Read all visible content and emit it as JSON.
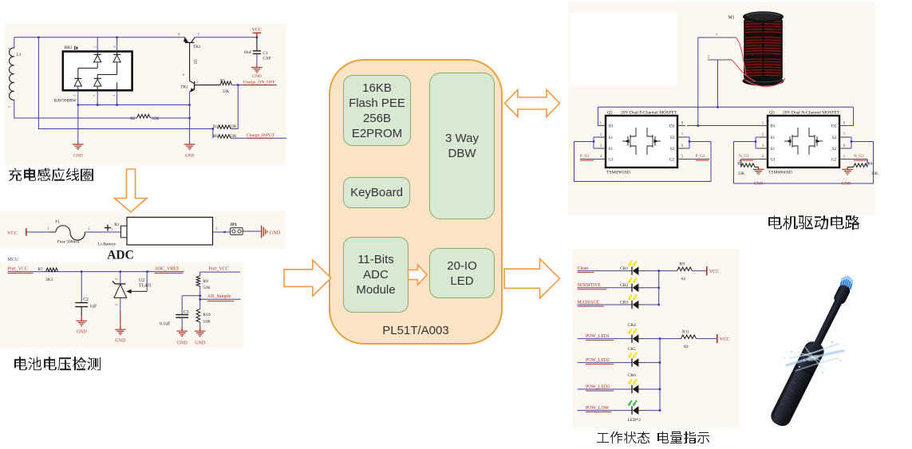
{
  "colors": {
    "wire": "#3e3ea8",
    "component": "#1a1a1a",
    "pin_text": "#555555",
    "net_label": "#9e2a21",
    "power_symbol": "#a23528",
    "panel_bg": "#fdf7f2",
    "mcu_fill": "#fbe3c5",
    "mcu_border": "#e8a23c",
    "module_fill": "#d8e8d2",
    "module_border": "#85ae70",
    "arrow": "#f0993f",
    "glow_yellow": "#f2e20a",
    "glow_green": "#35b44a",
    "coil_red": "#b01010",
    "brush_body": "#1b1d25",
    "bristle_blue": "#2f7fd6"
  },
  "captions": {
    "charging_coil": "充电感应线圈",
    "battery_detect": "电池电压检测",
    "motor_drive": "电机驱动电路",
    "status_leds": "工作状态 电量指示"
  },
  "mcu": {
    "chip": "PL51T/A003",
    "flash": "16KB\nFlash PEE\n256B\nE2PROM",
    "dbw": "3 Way\nDBW",
    "keyboard": "KeyBoard",
    "adc": "11-Bits\nADC\nModule",
    "led": "20-IO\nLED"
  },
  "charging": {
    "l1": "L1",
    "p1": "1",
    "p2": "2",
    "br1": "BR1",
    "bav": "BAV99BRW",
    "bp5": "5",
    "bp4": "4",
    "bp2": "2",
    "bp1": "1",
    "bp3": "3",
    "tr2": "TR2",
    "tr2_p4": "4",
    "tr2_p3": "3",
    "q1": "Q1",
    "tr1": "TR1",
    "tr1_p2": "2",
    "p6": "6",
    "r1": "R1",
    "r1v": "33K",
    "net_charge_on_off": "Charge_ON_OFF",
    "r2": "R2",
    "r2v": "33K",
    "r3": "R3",
    "r3v": "33K",
    "r6": "R6",
    "r6v": "33K",
    "net_charge_input": "Charge_INPUT",
    "vcc": "VCC",
    "c1": "C1",
    "c1v": "10uF",
    "c1t": "CAP",
    "gnd": "GND"
  },
  "battery": {
    "vcc": "VCC",
    "p1": "1",
    "f1": "F1",
    "f1v": "Fuse 500mA",
    "p2": "2",
    "plus": "+",
    "b1": "B1",
    "b1p1": "1",
    "li": "Li-Battery",
    "b1p2": "2",
    "jp1": "JP1",
    "gnd": "GND",
    "adc": "ADC",
    "mcu": "MCU"
  },
  "detect": {
    "port_vcc": "Port_VCC",
    "r7": "R7",
    "r7v": "3K3",
    "adc_vref": "ADC_VREF",
    "c2": "C2",
    "c2v": "1uF",
    "u2": "U2",
    "u2part": "TL431",
    "u2p2": "2",
    "u2p3": "3",
    "port_vcc2": "Port_VCC",
    "r8": "R8",
    "r8v": "51K",
    "ad_sample": "AD_Sample",
    "c3": "C3",
    "c3v": "0.1uF",
    "r10": "R10",
    "r10v": "51K",
    "gnd": "GND"
  },
  "motor": {
    "m1": "M1",
    "t1": "1",
    "t2": "2",
    "q2_ref": "Q2",
    "q2_title": "20V Dual P-Channel MOSFET",
    "q2_part": "TSM6963SD",
    "q3_ref": "Q3",
    "q3_title": "20V Dual N-Channel MOSFET",
    "q3_part": "TSM6866SD",
    "pins_left": [
      "1",
      "2",
      "3",
      "4"
    ],
    "pins_right": [
      "8",
      "7",
      "6",
      "5"
    ],
    "pnames_left": [
      "D1",
      "S1",
      "S1",
      "G1"
    ],
    "pnames_right": [
      "D2",
      "S2",
      "S2",
      "G2"
    ],
    "p_g1": "P_G1",
    "p_g2": "P_G2",
    "n_g1": "N_G1",
    "n_g2": "N_G2",
    "r5": "R5",
    "r5v": "33K",
    "r4": "R4",
    "r4v": "33K",
    "gnd": "GND"
  },
  "leds": {
    "mode_rows": [
      {
        "net": "Clean",
        "ref": "CR1"
      },
      {
        "net": "SENSITIVE",
        "ref": "CR2"
      },
      {
        "net": "MASSAGE",
        "ref": "CR3"
      }
    ],
    "power_rows": [
      {
        "net": "POW_LED1",
        "ref": "CR4"
      },
      {
        "net": "POW_LED2",
        "ref": "CR5"
      },
      {
        "net": "POW_LED3",
        "ref": "CR6"
      },
      {
        "net": "POW_LOW",
        "ref": "LED*2"
      }
    ],
    "r9": "R9",
    "r9v": "62",
    "r11": "R11",
    "r11v": "82",
    "vcc": "VCC"
  }
}
